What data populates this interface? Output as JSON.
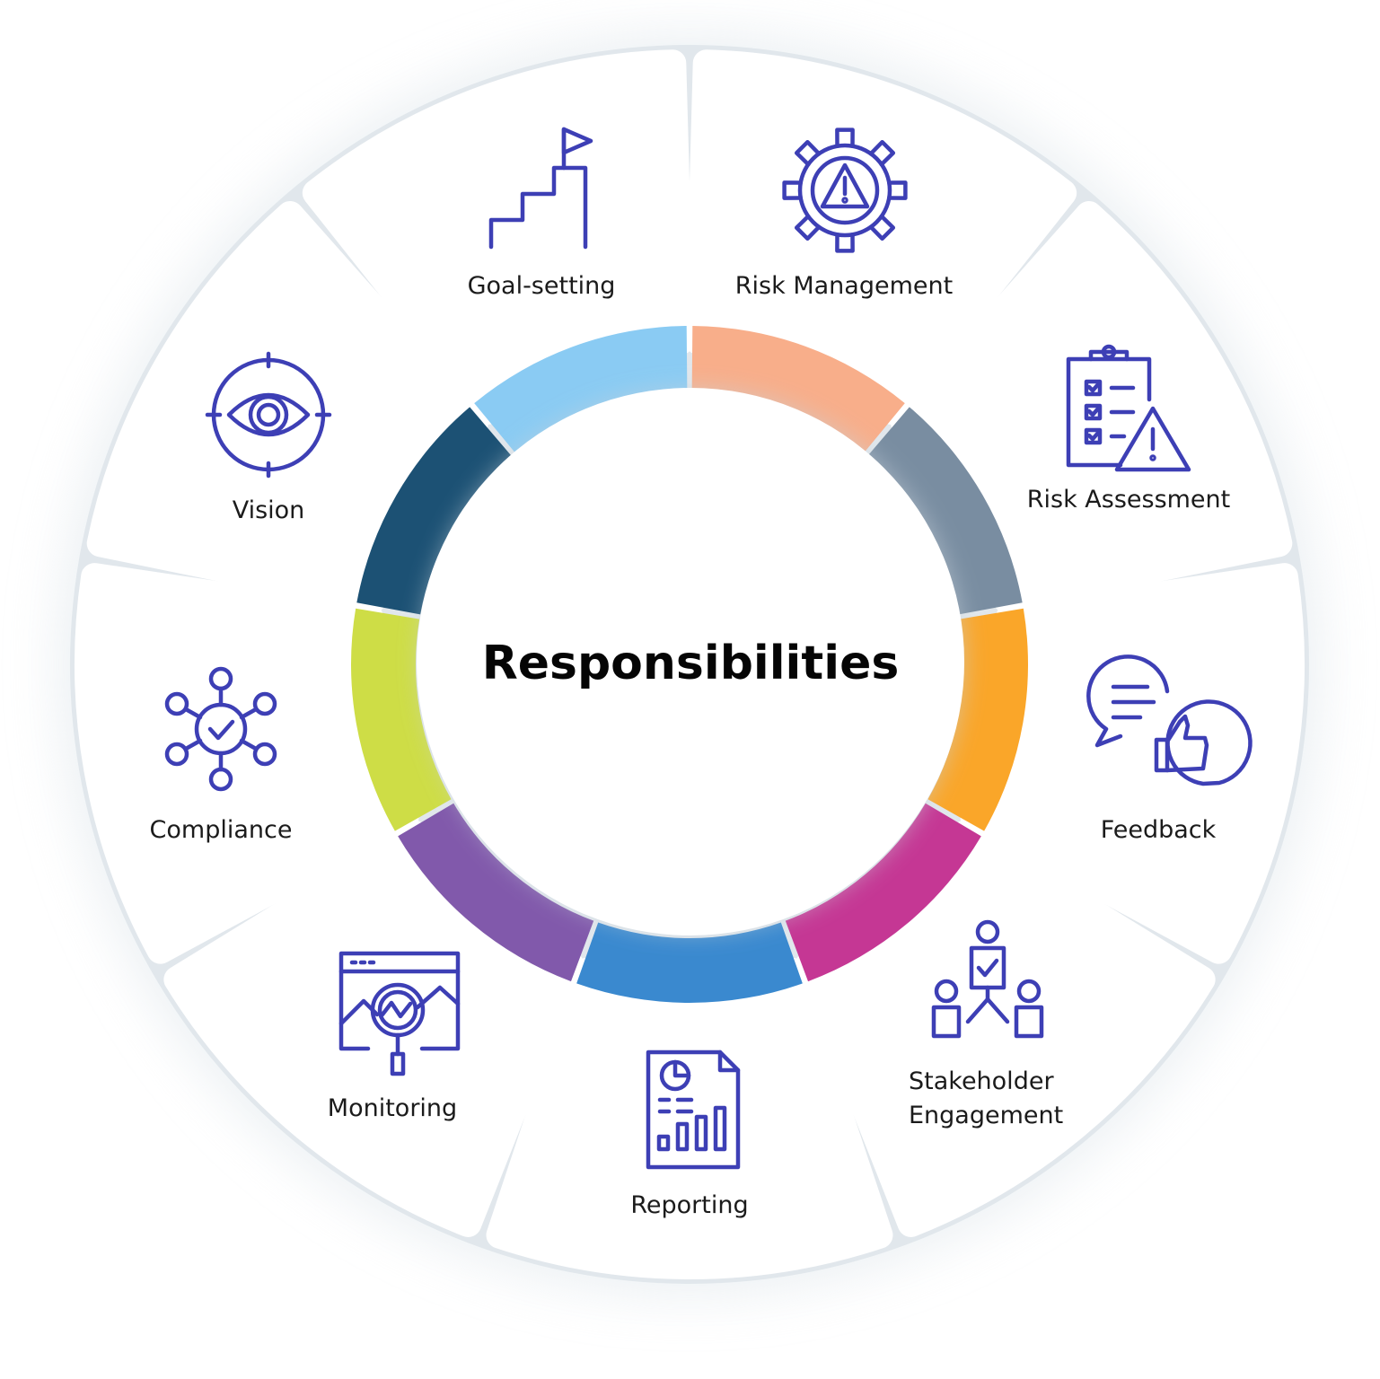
{
  "center": {
    "title": "Responsibilities"
  },
  "segments": [
    {
      "id": "goal-setting",
      "lines": [
        "Goal-setting"
      ],
      "color": "#f8ae8a",
      "icon": "staircase-flag-icon"
    },
    {
      "id": "risk-management",
      "lines": [
        "Risk Management"
      ],
      "color": "#798da1",
      "icon": "gear-warning-icon"
    },
    {
      "id": "risk-assessment",
      "lines": [
        "Risk Assessment"
      ],
      "color": "#faa629",
      "icon": "clipboard-warning-icon"
    },
    {
      "id": "feedback",
      "lines": [
        "Feedback"
      ],
      "color": "#c53794",
      "icon": "chat-thumbs-up-icon"
    },
    {
      "id": "stakeholder-engagement",
      "lines": [
        "Stakeholder",
        "Engagement"
      ],
      "color": "#3a89cf",
      "icon": "people-network-icon"
    },
    {
      "id": "reporting",
      "lines": [
        "Reporting"
      ],
      "color": "#8159ab",
      "icon": "report-document-icon"
    },
    {
      "id": "monitoring",
      "lines": [
        "Monitoring"
      ],
      "color": "#cedd46",
      "icon": "browser-magnifier-icon"
    },
    {
      "id": "compliance",
      "lines": [
        "Compliance"
      ],
      "color": "#1c5174",
      "icon": "hub-check-icon"
    },
    {
      "id": "vision",
      "lines": [
        "Vision"
      ],
      "color": "#8acbf3",
      "icon": "eye-target-icon"
    }
  ],
  "colors": {
    "icon_stroke": "#3d3fb5",
    "tile_fill": "#ffffff",
    "gap_fill": "#e1e7ec"
  }
}
